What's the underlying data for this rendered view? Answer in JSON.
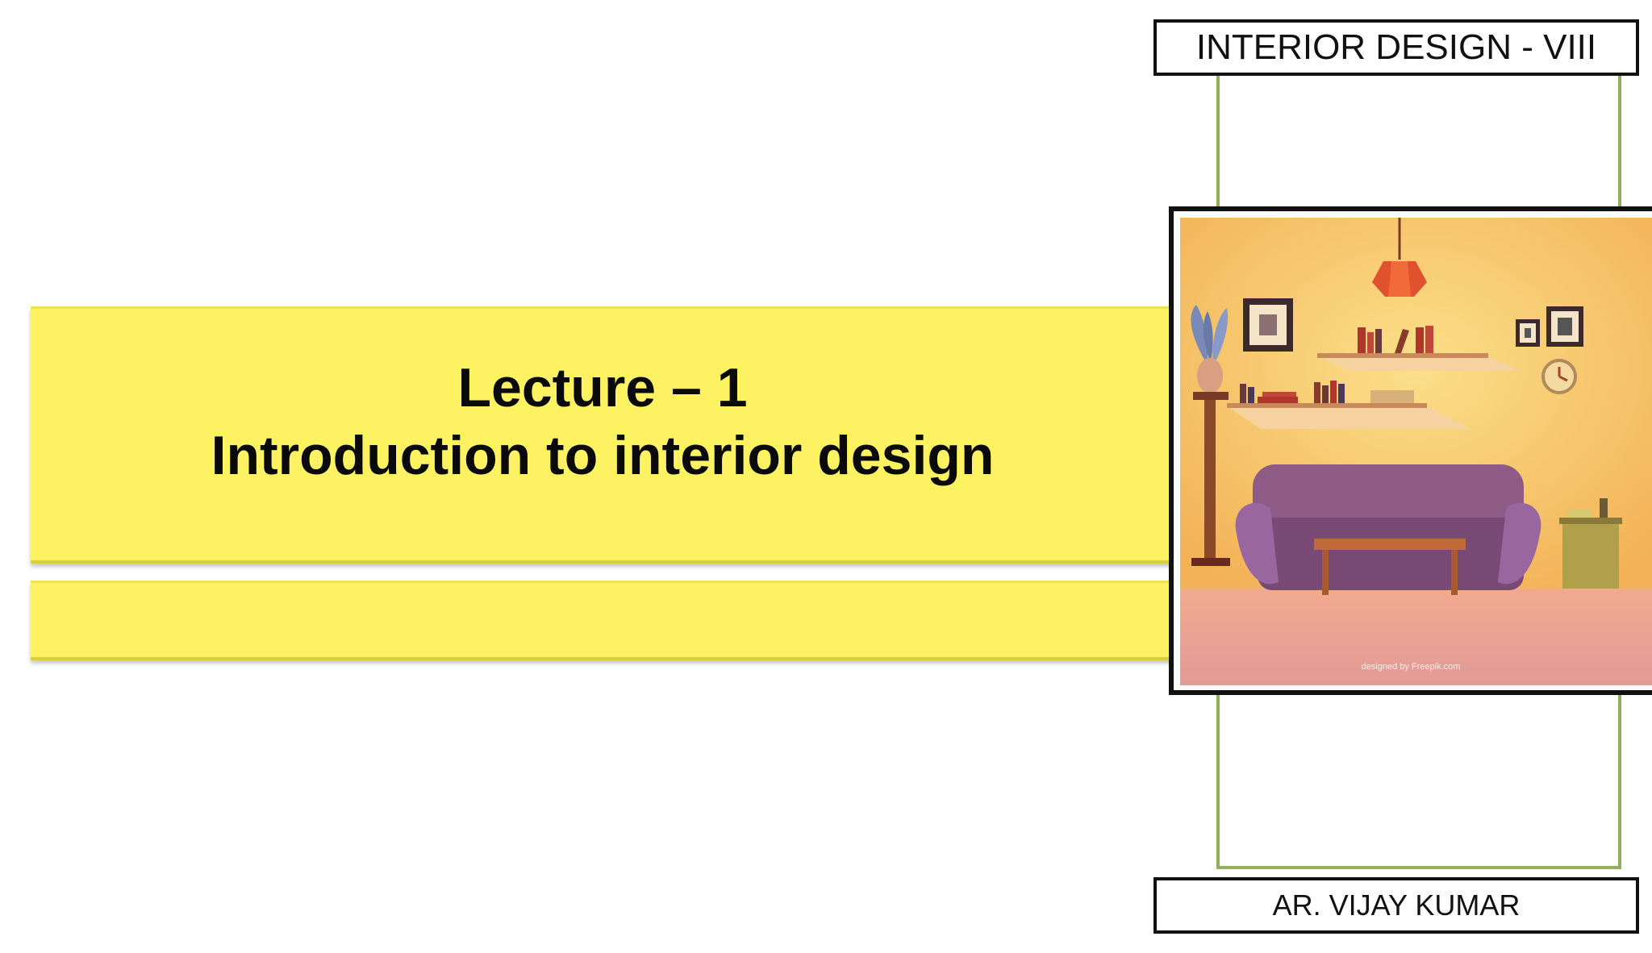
{
  "slide": {
    "title_line1": "Lecture – 1",
    "title_line2": "Introduction to interior design",
    "course_label": "INTERIOR DESIGN - VIII",
    "author_label": "AR. VIJAY KUMAR"
  },
  "illustration": {
    "caption": "designed by Freepik.com",
    "subject": "living-room-illustration"
  },
  "colors": {
    "band_yellow": "#fdf262",
    "frame_green": "#92b05a",
    "text": "#0a0a0a",
    "wall": "#f7c46a",
    "floor": "#e8a49a",
    "sofa": "#8e5a86"
  }
}
